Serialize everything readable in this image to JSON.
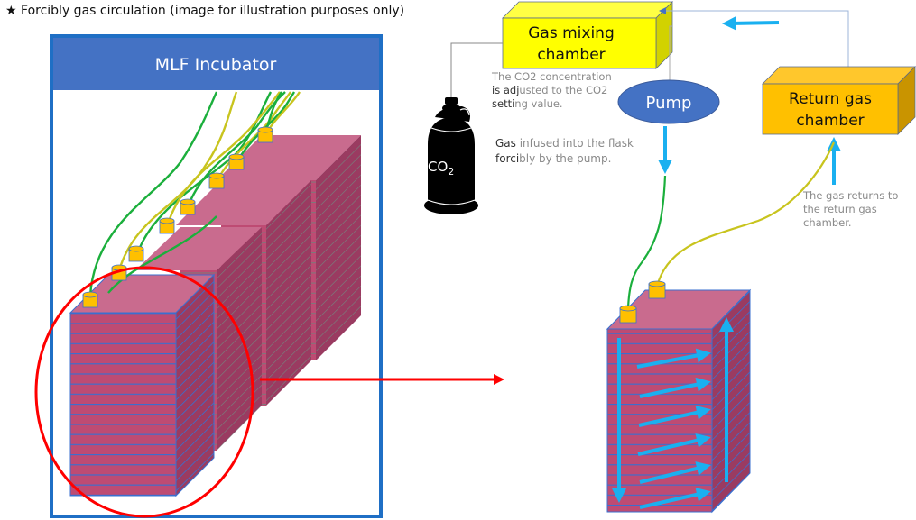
{
  "title": {
    "star": "★",
    "text": "Forcibly gas circulation (image for illustration purposes only)"
  },
  "incubator": {
    "label": "MLF Incubator",
    "header_color": "#4472C4",
    "frame_color": "#1F6FC5"
  },
  "gas_mixing_chamber": {
    "line1": "Gas mixing",
    "line2": "chamber",
    "color": "#FFFF00"
  },
  "return_gas_chamber": {
    "line1": "Return gas",
    "line2": "chamber",
    "color": "#FFC000"
  },
  "pump": {
    "label": "Pump",
    "color": "#4472C4"
  },
  "co2_cylinder": {
    "label": "CO",
    "subscript": "2"
  },
  "notes": {
    "co2_concentration": {
      "dark_prefix_1": "",
      "line1": "The CO2 concentration",
      "line2_dark": "is adj",
      "line2": "usted to the CO2",
      "line3_dark": "setti",
      "line3": "ng value."
    },
    "gas_infused": {
      "line1_dark": "Gas",
      "line1": " infused into the flask",
      "line2_dark": "forci",
      "line2": "bly by the pump."
    },
    "gas_returns": {
      "line1": "The gas returns to",
      "line2": "the return gas",
      "line3": "chamber."
    }
  },
  "colors": {
    "flow_arrow": "#1AB0F0",
    "highlight": "#FF0000",
    "flask_front": "#BE4B73",
    "flask_top": "#C96B8E",
    "flask_side": "#9A3B61",
    "cap": "#FFC000",
    "tube_green": "#1BAF3C",
    "tube_yellow": "#C8C41E"
  }
}
